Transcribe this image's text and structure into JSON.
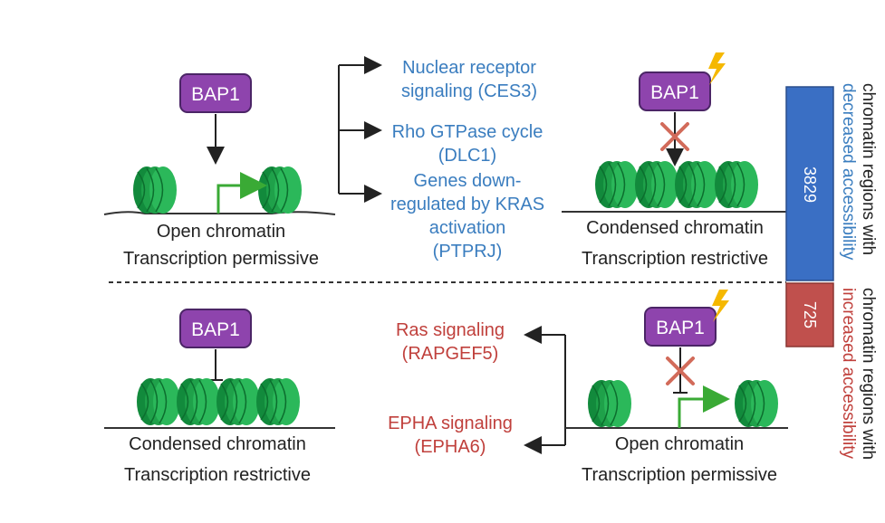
{
  "colors": {
    "bap1_box": "#8e44ad",
    "nucleosome": "#1fa14a",
    "arrow_green": "#3aaa35",
    "bolt": "#f5b800",
    "x_mark": "#d26b5a",
    "blue_text": "#3a7dbf",
    "red_text": "#c0403c",
    "bar_blue": "#3a6fc4",
    "bar_red": "#c0504d"
  },
  "top_left": {
    "bap1": "BAP1",
    "caption1": "Open chromatin",
    "caption2": "Transcription permissive"
  },
  "top_targets": {
    "t1_line1": "Nuclear receptor",
    "t1_line2": "signaling (CES3)",
    "t2_line1": "Rho GTPase cycle",
    "t2_line2": "(DLC1)",
    "t3_line1": "Genes down-",
    "t3_line2": "regulated by KRAS",
    "t3_line3": "activation",
    "t3_line4": "(PTPRJ)"
  },
  "top_right": {
    "bap1": "BAP1",
    "caption1": "Condensed chromatin",
    "caption2": "Transcription restrictive"
  },
  "bottom_left": {
    "bap1": "BAP1",
    "caption1": "Condensed chromatin",
    "caption2": "Transcription restrictive"
  },
  "bottom_targets": {
    "t1_line1": "Ras signaling",
    "t1_line2": "(RAPGEF5)",
    "t2_line1": "EPHA signaling",
    "t2_line2": "(EPHA6)"
  },
  "bottom_right": {
    "bap1": "BAP1",
    "caption1": "Open chromatin",
    "caption2": "Transcription permissive"
  },
  "bar_chart": {
    "decreased_count": "3829",
    "increased_count": "725"
  },
  "side_labels": {
    "decreased_line1": "chromatin regions with",
    "decreased_line2": "decreased accessibility",
    "increased_line1": "chromatin regions with",
    "increased_line2": "increased accessibility"
  }
}
